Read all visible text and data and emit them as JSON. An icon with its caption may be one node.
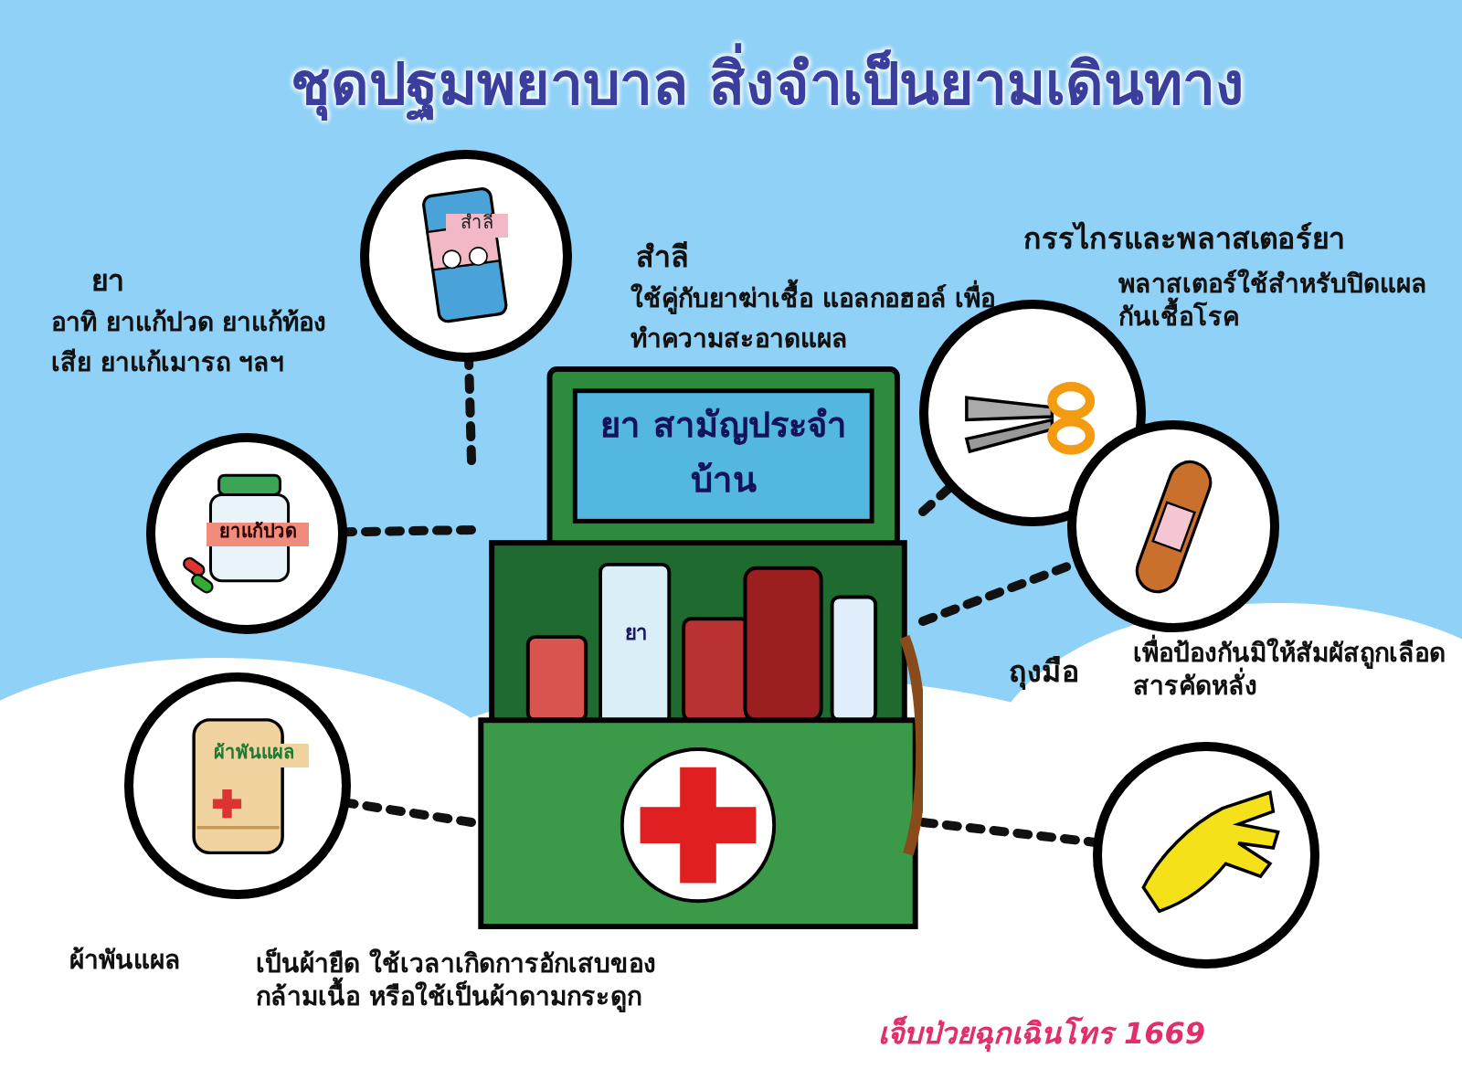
{
  "diagram": {
    "title": "ชุดปฐมพยาบาล สิ่งจำเป็นยามเดินทาง",
    "nodes": [
      {
        "text": [
          "ยา สามัญประจำบ้าน"
        ]
      },
      {
        "text": [],
        "shape": "circle",
        "beside": [
          "ยา",
          "อาทิ ยาแก้ปวด ยาแก้ท้องเสีย ยาแก้เมารถ ฯลฯ"
        ]
      },
      {
        "text": [],
        "shape": "circle",
        "beside": [
          "สำลี",
          "ใช้คู่กับยาฆ่าเชื้อ แอลกอฮอล์ เพื่อทำความสะอาดแผล"
        ]
      },
      {
        "text": [],
        "shape": "circle",
        "beside": [
          "กรรไกรและพลาสเตอร์ยา"
        ]
      },
      {
        "text": [],
        "shape": "circle"
      },
      {
        "text": [],
        "shape": "circle"
      },
      {
        "text": [],
        "shape": "circle",
        "beside": [
          "ผ้าพันแผล"
        ]
      }
    ],
    "edges": [
      {
        "from": 0,
        "to": 1,
        "arrow": "none",
        "style": "dashed"
      },
      {
        "from": 0,
        "to": 2,
        "arrow": "none",
        "style": "dashed"
      },
      {
        "from": 0,
        "to": 3,
        "arrow": "none",
        "style": "dashed"
      },
      {
        "from": 0,
        "to": 4,
        "arrow": "none",
        "style": "dashed"
      },
      {
        "from": 0,
        "to": 5,
        "arrow": "none",
        "style": "dashed"
      },
      {
        "from": 0,
        "to": 6,
        "arrow": "none",
        "style": "dashed"
      }
    ],
    "labels": [
      "สำลี",
      "พลาสเตอร์ใช้สำหรับปิดแผลกันเชื้อโรค",
      "ยาแก้ปวด",
      "ยา",
      "ถุงมือ",
      "เพื่อป้องกันมิให้สัมผัสถูกเลือด สารคัดหลั่ง",
      "ผ้าพันแผล",
      "เป็นผ้ายืด ใช้เวลาเกิดการอักเสบของกล้ามเนื้อ หรือใช้เป็นผ้าดามกระดูก",
      "เจ็บป่วยฉุกเฉินโทร 1669"
    ]
  }
}
